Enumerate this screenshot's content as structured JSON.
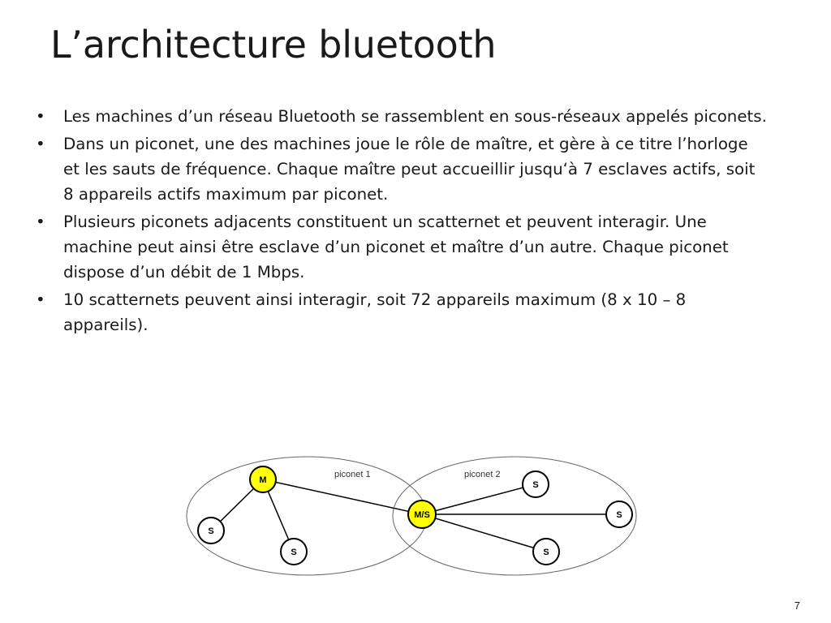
{
  "slide": {
    "title": "L’architecture bluetooth",
    "page_number": "7"
  },
  "bullet_symbol": "•",
  "bullets": [
    {
      "text": "Les machines d’un réseau Bluetooth se rassemblent en sous-réseaux appelés piconets."
    },
    {
      "text": "Dans un piconet, une des machines joue le rôle de maître, et gère à ce titre l’horloge et les sauts de fréquence. Chaque maître peut accueillir jusqu‘à 7 esclaves actifs, soit 8 appareils actifs maximum par piconet."
    },
    {
      "text": "Plusieurs piconets adjacents constituent un scatternet et peuvent interagir. Une machine peut ainsi être esclave d’un piconet et maître d’un autre. Chaque piconet dispose d’un débit de 1 Mbps."
    },
    {
      "text": "10 scatternets peuvent ainsi interagir, soit 72 appareils maximum (8 x 10 – 8 appareils)."
    }
  ],
  "diagram": {
    "piconet1_label": "piconet 1",
    "piconet2_label": "piconet 2",
    "nodes": {
      "master": "M",
      "master_slave": "M/S",
      "slave_p1_left": "S",
      "slave_p1_bottom": "S",
      "slave_p2_top": "S",
      "slave_p2_right": "S",
      "slave_p2_bottom": "S"
    },
    "colors": {
      "master_fill": "#ffff00",
      "slave_fill": "#ffffff",
      "stroke": "#000000",
      "ellipse_stroke": "#666666"
    }
  }
}
